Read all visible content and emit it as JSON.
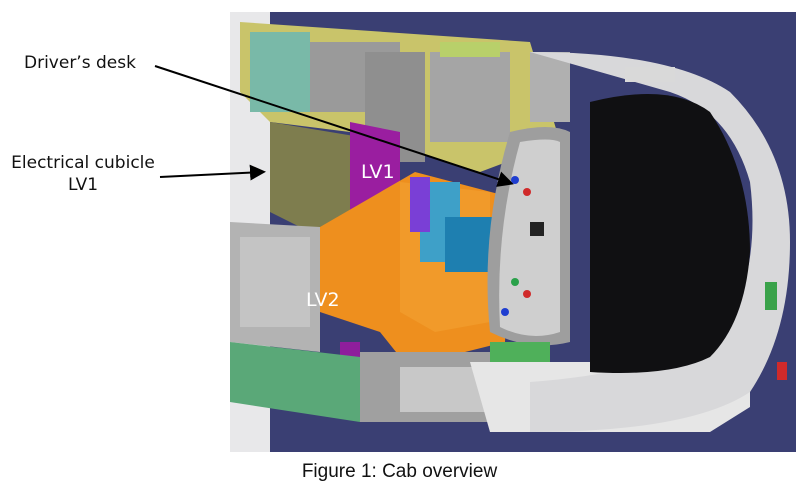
{
  "figure": {
    "caption": "Figure 1: Cab overview"
  },
  "callouts": {
    "drivers_desk": "Driver’s desk",
    "cubicle_line1": "Electrical cubicle",
    "cubicle_line2": "LV1"
  },
  "zones": {
    "lv1": "LV1",
    "lv2": "LV2"
  }
}
